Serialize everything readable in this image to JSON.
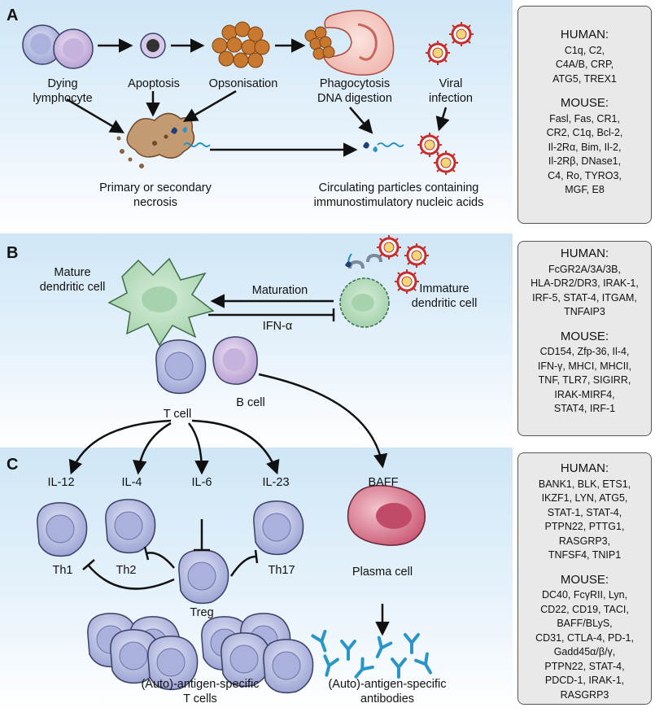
{
  "panels": {
    "A": {
      "label": "A",
      "dying": "Dying\nlymphocyte",
      "apoptosis": "Apoptosis",
      "opsonisation": "Opsonisation",
      "phagocytosis": "Phagocytosis\nDNA digestion",
      "viral": "Viral\ninfection",
      "necrosis": "Primary or secondary\nnecrosis",
      "circulating": "Circulating particles containing\nimmunostimulatory nucleic acids",
      "genes": {
        "human_header": "HUMAN:",
        "human": [
          "C1q, C2,",
          "C4A/B, CRP,",
          "ATG5, TREX1"
        ],
        "mouse_header": "MOUSE:",
        "mouse": [
          "Fasl, Fas, CR1,",
          "CR2, C1q, Bcl-2,",
          "Il-2Rα, Bim, Il-2,",
          "Il-2Rβ, DNase1,",
          "C4, Ro, TYRO3,",
          "MGF, E8"
        ]
      }
    },
    "B": {
      "label": "B",
      "mature": "Mature\ndendritic cell",
      "immature": "Immature\ndendritic cell",
      "maturation": "Maturation",
      "ifn": "IFN-α",
      "bcell": "B cell",
      "tcell": "T cell",
      "genes": {
        "human_header": "HUMAN:",
        "human": [
          "FcGR2A/3A/3B,",
          "HLA-DR2/DR3, IRAK-1,",
          "IRF-5, STAT-4, ITGAM,",
          "TNFAIP3"
        ],
        "mouse_header": "MOUSE:",
        "mouse": [
          "CD154, Zfp-36, Il-4,",
          "IFN-γ, MHCI, MHCII,",
          "TNF, TLR7, SIGIRR,",
          "IRAK-MIRF4,",
          "STAT4, IRF-1"
        ]
      }
    },
    "C": {
      "label": "C",
      "il12": "IL-12",
      "il4": "IL-4",
      "il6": "IL-6",
      "il23": "IL-23",
      "baff": "BAFF",
      "th1": "Th1",
      "th2": "Th2",
      "th17": "Th17",
      "treg": "Treg",
      "plasma": "Plasma cell",
      "auto_t": "(Auto)-antigen-specific\nT cells",
      "auto_ab": "(Auto)-antigen-specific\nantibodies",
      "genes": {
        "human_header": "HUMAN:",
        "human": [
          "BANK1, BLK, ETS1,",
          "IKZF1, LYN, ATG5,",
          "STAT-1, STAT-4,",
          "PTPN22, PTTG1,",
          "RASGRP3,",
          "TNFSF4, TNIP1"
        ],
        "mouse_header": "MOUSE:",
        "mouse": [
          "DC40, FcγRII, Lyn,",
          "CD22, CD19, TACI,",
          "BAFF/BLyS,",
          "CD31, CTLA-4, PD-1,",
          "Gadd45α/β/γ,",
          "PTPN22, STAT-4,",
          "PDCD-1, IRAK-1,",
          "RASGRP3"
        ]
      }
    }
  },
  "colors": {
    "lymphocyte": "#c3c8e8",
    "lymphocyte_purple": "#d6c6e6",
    "dendritic": "#b9dcbf",
    "plasma": "#d86a80",
    "opsonin": "#c9782f",
    "virus": "#c62d2d",
    "nucleic_acid": "#1f8fc6",
    "debris": "#b08056"
  }
}
